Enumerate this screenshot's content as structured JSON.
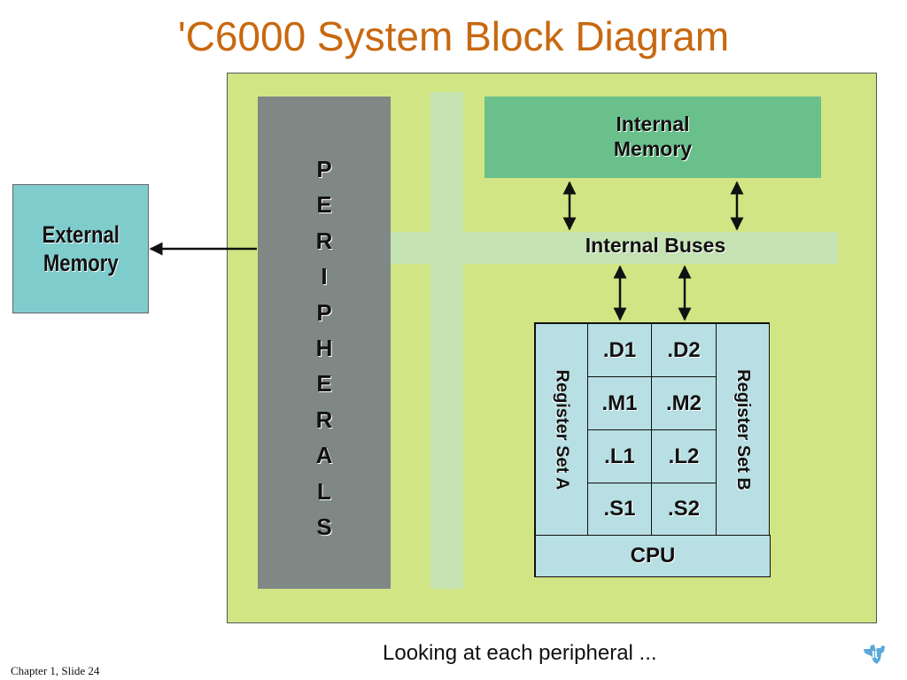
{
  "title": "'C6000 System Block Diagram",
  "external_memory": {
    "label": "External\nMemory"
  },
  "peripherals": {
    "letters": "P\nE\nR\nI\nP\nH\nE\nR\nA\nL\nS"
  },
  "internal_memory": {
    "label": "Internal\nMemory"
  },
  "internal_buses": {
    "label": "Internal Buses"
  },
  "cpu": {
    "label": "CPU",
    "register_set_a": "Register Set A",
    "register_set_b": "Register Set B",
    "units": [
      [
        ".D1",
        ".D2"
      ],
      [
        ".M1",
        ".M2"
      ],
      [
        ".L1",
        ".L2"
      ],
      [
        ".S1",
        ".S2"
      ]
    ]
  },
  "footer": {
    "slide_number": "Chapter 1, Slide 24",
    "caption": "Looking at each peripheral ..."
  },
  "colors": {
    "title": "#c8680f",
    "board": "#d2e584",
    "external_memory": "#7fcccd",
    "peripherals": "#808886",
    "bus": "#c4e2b2",
    "internal_memory": "#69c08b",
    "cpu": "#b8dfe3",
    "logo": "#5aa9d8"
  },
  "icons": {
    "logo": "ti-logo-icon"
  }
}
